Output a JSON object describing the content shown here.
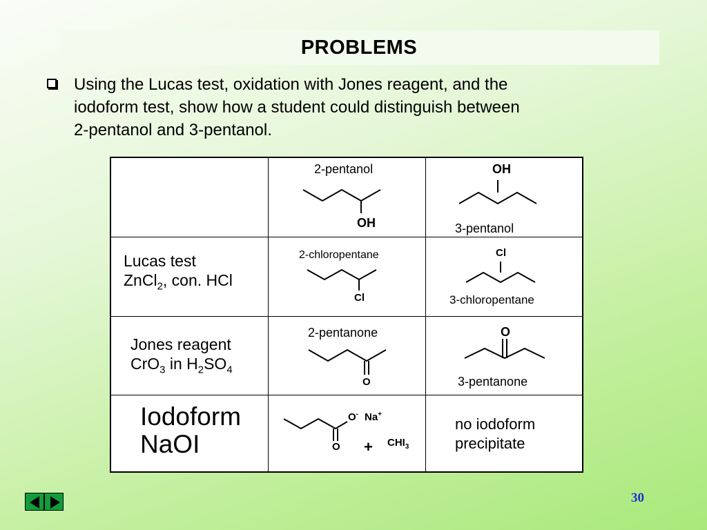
{
  "title": "PROBLEMS",
  "bullet": {
    "line1": "Using the Lucas test, oxidation with Jones reagent, and the",
    "line2": "iodoform test, show how a student could distinguish between",
    "line3": "2-pentanol and 3-pentanol."
  },
  "table": {
    "header": {
      "col2_name": "2-pentanol",
      "col2_group": "OH",
      "col3_name": "3-pentanol",
      "col3_group": "OH"
    },
    "lucas": {
      "label_line1": "Lucas test",
      "label_line2_a": "ZnCl",
      "label_line2_sub": "2",
      "label_line2_b": ", con. HCl",
      "col2_name": "2-chloropentane",
      "col2_group": "Cl",
      "col3_name": "3-chloropentane",
      "col3_group": "Cl"
    },
    "jones": {
      "label_line1": "Jones reagent",
      "label_line2_a": "CrO",
      "label_line2_sub1": "3",
      "label_line2_b": " in H",
      "label_line2_sub2": "2",
      "label_line2_c": "SO",
      "label_line2_sub3": "4",
      "col2_name": "2-pentanone",
      "col2_group": "O",
      "col3_name": "3-pentanone",
      "col3_group": "O"
    },
    "iodoform": {
      "label_line1": "Iodoform",
      "label_line2": "NaOI",
      "col2_o_minus": "O",
      "col2_minus": "-",
      "col2_na": "Na",
      "col2_plus_sup": "+",
      "col2_carbonyl_o": "O",
      "col2_plus": "+",
      "col2_chi": "CHI",
      "col2_chi_sub": "3",
      "col3_line1": "no iodoform",
      "col3_line2": "precipitate"
    }
  },
  "nav": {
    "prev_icon": "triangle-left-icon",
    "next_icon": "triangle-right-icon",
    "color": "#119d3c"
  },
  "page_number": "30"
}
